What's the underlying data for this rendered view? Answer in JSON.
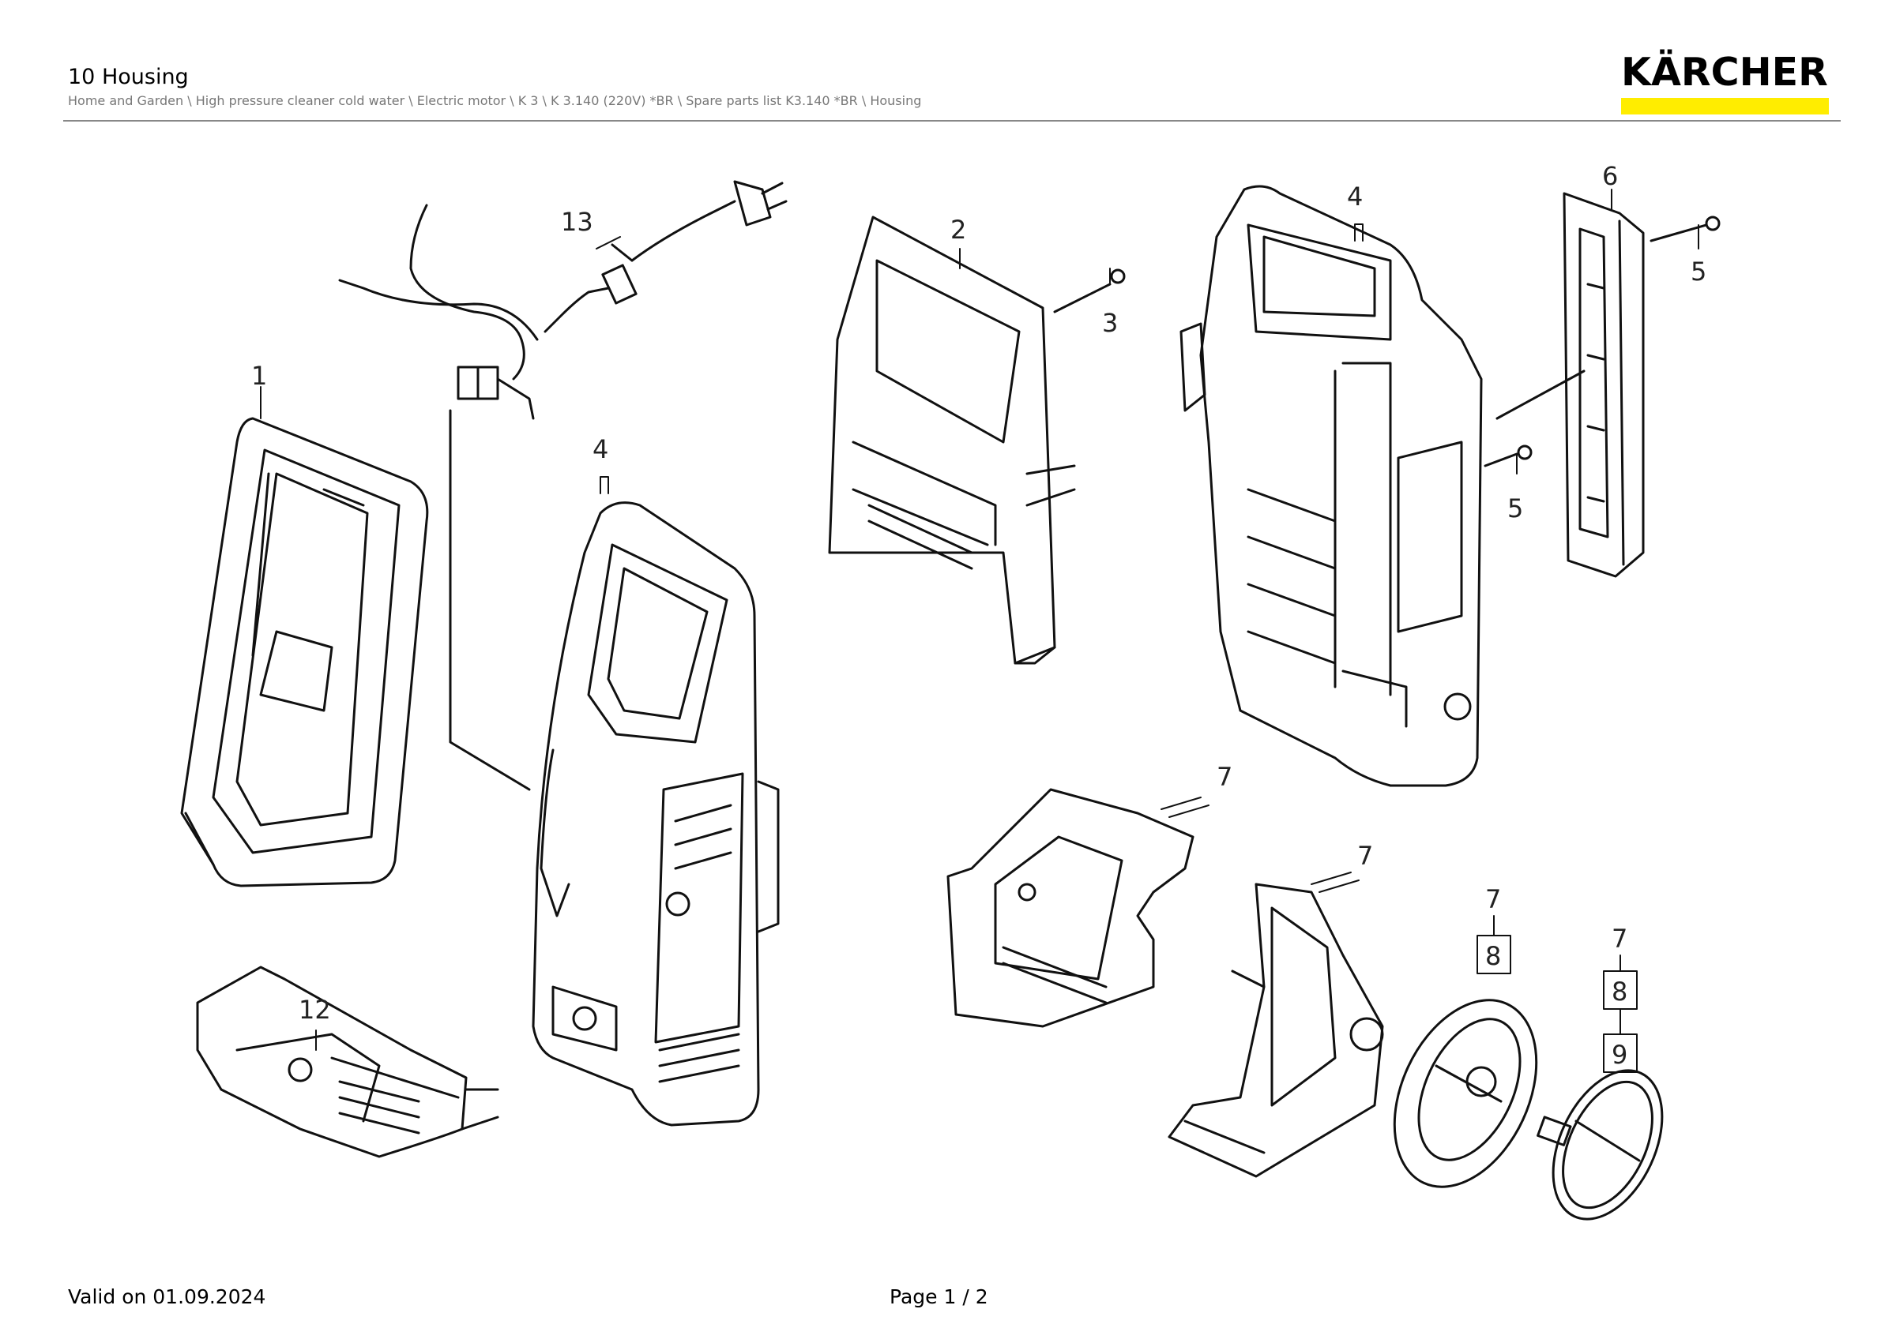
{
  "header": {
    "title": "10 Housing",
    "breadcrumb": "Home and Garden \\ High pressure cleaner cold water \\ Electric motor \\ K 3 \\ K 3.140 (220V) *BR \\ Spare parts list K3.140 *BR \\ Housing",
    "logo_text": "KÄRCHER",
    "logo_bar_color": "#ffed00"
  },
  "diagram": {
    "callouts": [
      "1",
      "13",
      "4",
      "2",
      "3",
      "4",
      "6",
      "5",
      "5",
      "12",
      "7",
      "7",
      "7",
      "8",
      "7",
      "8",
      "9"
    ]
  },
  "footer": {
    "valid": "Valid on 01.09.2024",
    "page": "Page 1 / 2"
  }
}
